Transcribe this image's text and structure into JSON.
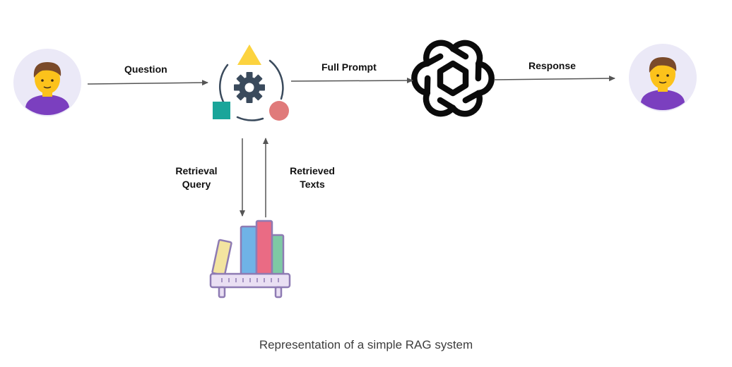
{
  "diagram": {
    "edges": {
      "question": "Question",
      "full_prompt": "Full Prompt",
      "response": "Response",
      "retrieval_query": [
        "Retrieval",
        "Query"
      ],
      "retrieved_texts": [
        "Retrieved",
        "Texts"
      ]
    },
    "nodes": [
      {
        "id": "user",
        "icon": "user-avatar-icon"
      },
      {
        "id": "rag-orchestrator",
        "icon": "gear-shapes-icon"
      },
      {
        "id": "llm",
        "icon": "openai-logo-icon"
      },
      {
        "id": "user-response",
        "icon": "user-avatar-icon"
      },
      {
        "id": "knowledge-base",
        "icon": "bookshelf-icon"
      }
    ]
  },
  "caption": "Representation of a simple RAG system",
  "colors": {
    "avatar_bg": "#ebe9f7",
    "skin": "#fcc21b",
    "hair": "#7a4a2a",
    "shirt": "#7b3fbf",
    "triangle": "#fcd33f",
    "square": "#1aa59a",
    "circle": "#e07a7a",
    "gear": "#3a4a5c",
    "arrow": "#555555"
  }
}
